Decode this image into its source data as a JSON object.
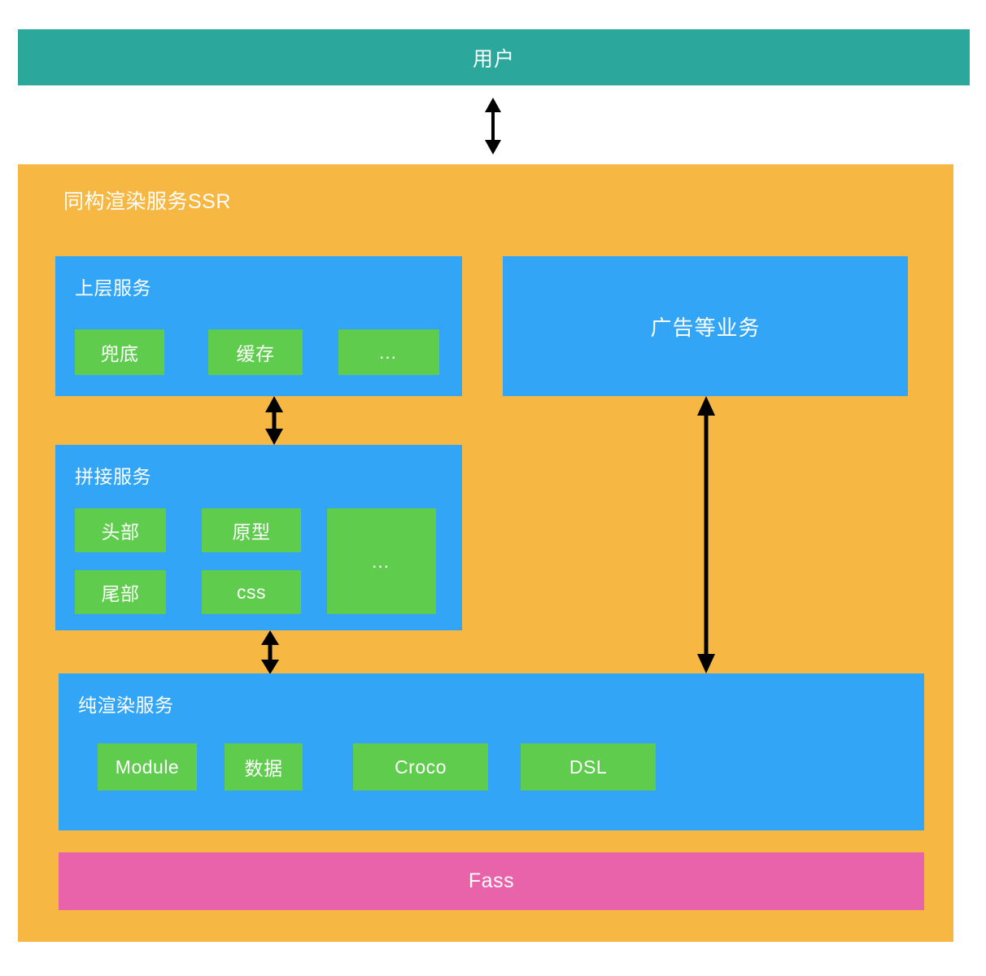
{
  "diagram": {
    "title_text": "同构渲染服务SSR",
    "user_bar": {
      "label": "用户"
    },
    "panels": {
      "upper_service": {
        "title": "上层服务",
        "chips": [
          {
            "label": "兜底"
          },
          {
            "label": "缓存"
          },
          {
            "label": "…"
          }
        ]
      },
      "ads_business": {
        "label": "广告等业务"
      },
      "splice_service": {
        "title": "拼接服务",
        "chips": [
          {
            "label": "头部"
          },
          {
            "label": "原型"
          },
          {
            "label": "尾部"
          },
          {
            "label": "css"
          },
          {
            "label": "…"
          }
        ]
      },
      "render_service": {
        "title": "纯渲染服务",
        "chips": [
          {
            "label": "Module"
          },
          {
            "label": "数据"
          },
          {
            "label": "Croco"
          },
          {
            "label": "DSL"
          }
        ]
      },
      "fass": {
        "label": "Fass"
      }
    },
    "connectors": [
      {
        "name": "user-to-ssr",
        "direction": "bidirectional"
      },
      {
        "name": "upper-to-splice",
        "direction": "bidirectional"
      },
      {
        "name": "splice-to-render",
        "direction": "bidirectional"
      },
      {
        "name": "ads-to-render",
        "direction": "bidirectional"
      }
    ],
    "colors": {
      "teal": "#2ba79c",
      "orange": "#f7b743",
      "blue": "#33a5f7",
      "green": "#5fcc4d",
      "pink": "#e863aa",
      "arrow": "#000000",
      "text_on_fill": "#ffffff",
      "background": "#ffffff"
    }
  }
}
